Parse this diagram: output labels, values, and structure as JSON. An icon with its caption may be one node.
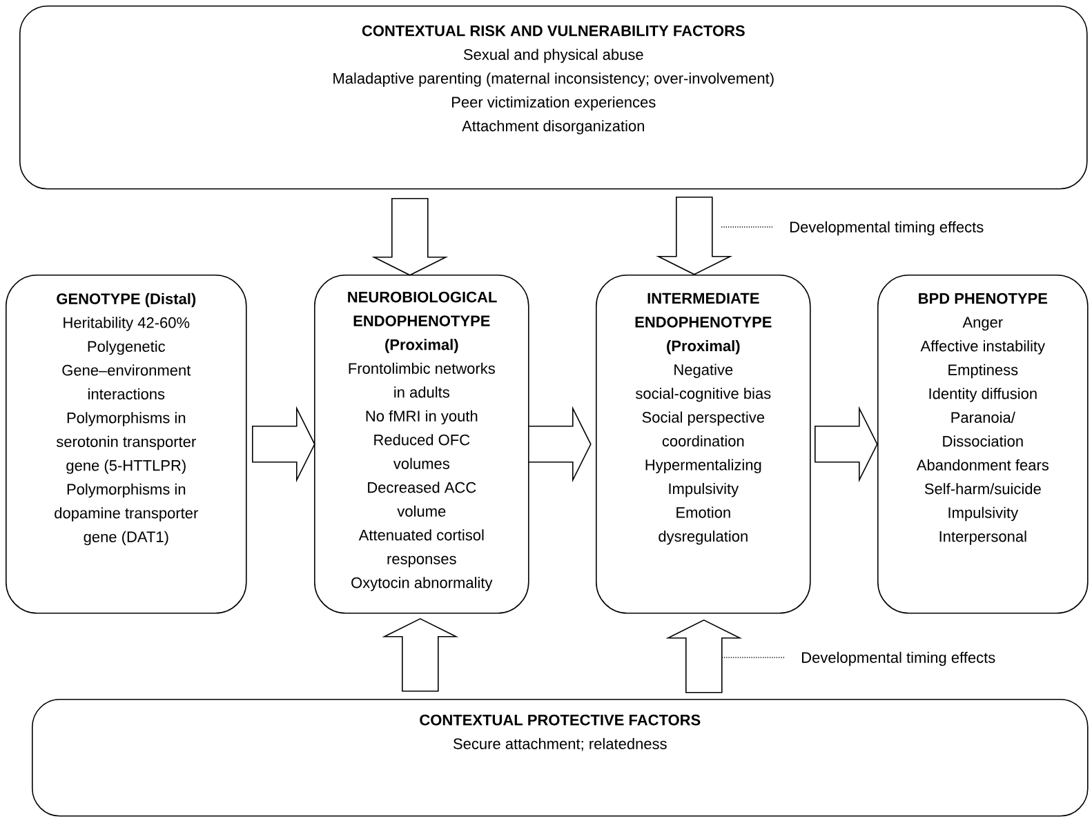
{
  "diagram": {
    "nodes": [
      {
        "text": [
          "CONTEXTUAL RISK AND VULNERABILITY FACTORS",
          "Sexual and physical abuse",
          "Maladaptive parenting (maternal inconsistency; over-involvement)",
          "Peer victimization experiences",
          "Attachment disorganization"
        ]
      },
      {
        "text": [
          "GENOTYPE (Distal)",
          "Heritability 42-60%",
          "Polygenetic",
          "Gene–environment interactions",
          "Polymorphisms in serotonin transporter gene (5-HTTLPR)",
          "Polymorphisms in dopamine transporter gene (DAT1)"
        ]
      },
      {
        "text": [
          "NEUROBIOLOGICAL ENDOPHENOTYPE (Proximal)",
          "Frontolimbic networks in adults",
          "No fMRI in youth",
          "Reduced OFC volumes",
          "Decreased ACC volume",
          "Attenuated cortisol responses",
          "Oxytocin abnormality"
        ]
      },
      {
        "text": [
          "INTERMEDIATE ENDOPHENOTYPE (Proximal)",
          "Negative social-cognitive bias",
          "Social perspective coordination",
          "Hypermentalizing",
          "Impulsivity",
          "Emotion dysregulation"
        ]
      },
      {
        "text": [
          "BPD PHENOTYPE",
          "Anger",
          "Affective instability",
          "Emptiness",
          "Identity diffusion",
          "Paranoia/ Dissociation",
          "Abandonment fears",
          "Self-harm/suicide",
          "Impulsivity",
          "Interpersonal"
        ]
      },
      {
        "text": [
          "CONTEXTUAL PROTECTIVE FACTORS",
          "Secure attachment; relatedness"
        ]
      },
      {
        "text": [
          "Developmental timing effects"
        ]
      },
      {
        "text": [
          "Developmental timing effects"
        ]
      }
    ],
    "edges": [
      {
        "from": 0,
        "to": 2,
        "arrow": "to"
      },
      {
        "from": 0,
        "to": 3,
        "arrow": "to"
      },
      {
        "from": 1,
        "to": 2,
        "arrow": "to"
      },
      {
        "from": 2,
        "to": 3,
        "arrow": "to"
      },
      {
        "from": 3,
        "to": 4,
        "arrow": "to"
      },
      {
        "from": 5,
        "to": 2,
        "arrow": "to"
      },
      {
        "from": 5,
        "to": 3,
        "arrow": "to"
      },
      {
        "from": 6,
        "to": null,
        "arrow": "none",
        "style": "dashed"
      },
      {
        "from": 7,
        "to": null,
        "arrow": "none",
        "style": "dashed"
      }
    ]
  }
}
